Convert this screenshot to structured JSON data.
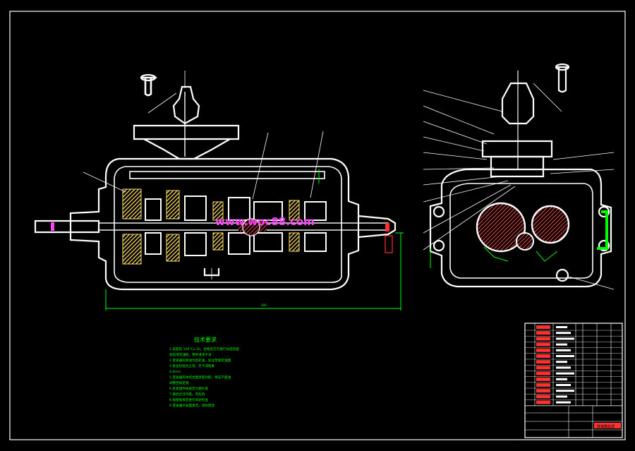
{
  "drawing": {
    "watermark": "www.woc88.com",
    "notes_title": "技术要求",
    "notes": [
      "1.装配前 100°C±1h，合格后方可进行总成装配",
      "  装前清洗油腔，零件清洗干净",
      "2.变速器润滑油为齿轮油，加注至规定油面",
      "3.各齿轮啮合正常，无卡滞现象",
      "4.0mm",
      "5.变速器壳体结合面涂密封胶，保证不漏油",
      "  调整至规定值",
      "6.各紧固件按规定力矩拧紧",
      "7.换挡灵活可靠，无乱挡",
      "8.按图纸规定进行试验检查",
      "9.变速器外表面清洁，涂防锈漆"
    ],
    "dimension_label": "300",
    "table_title": "变速器总成",
    "colors": {
      "line": "#ffffff",
      "dimension": "#00ff00",
      "hatch": "#ff4444",
      "gear_yellow": "#ffff66",
      "magenta": "#ff44ff",
      "table_red": "#ff3030"
    }
  }
}
